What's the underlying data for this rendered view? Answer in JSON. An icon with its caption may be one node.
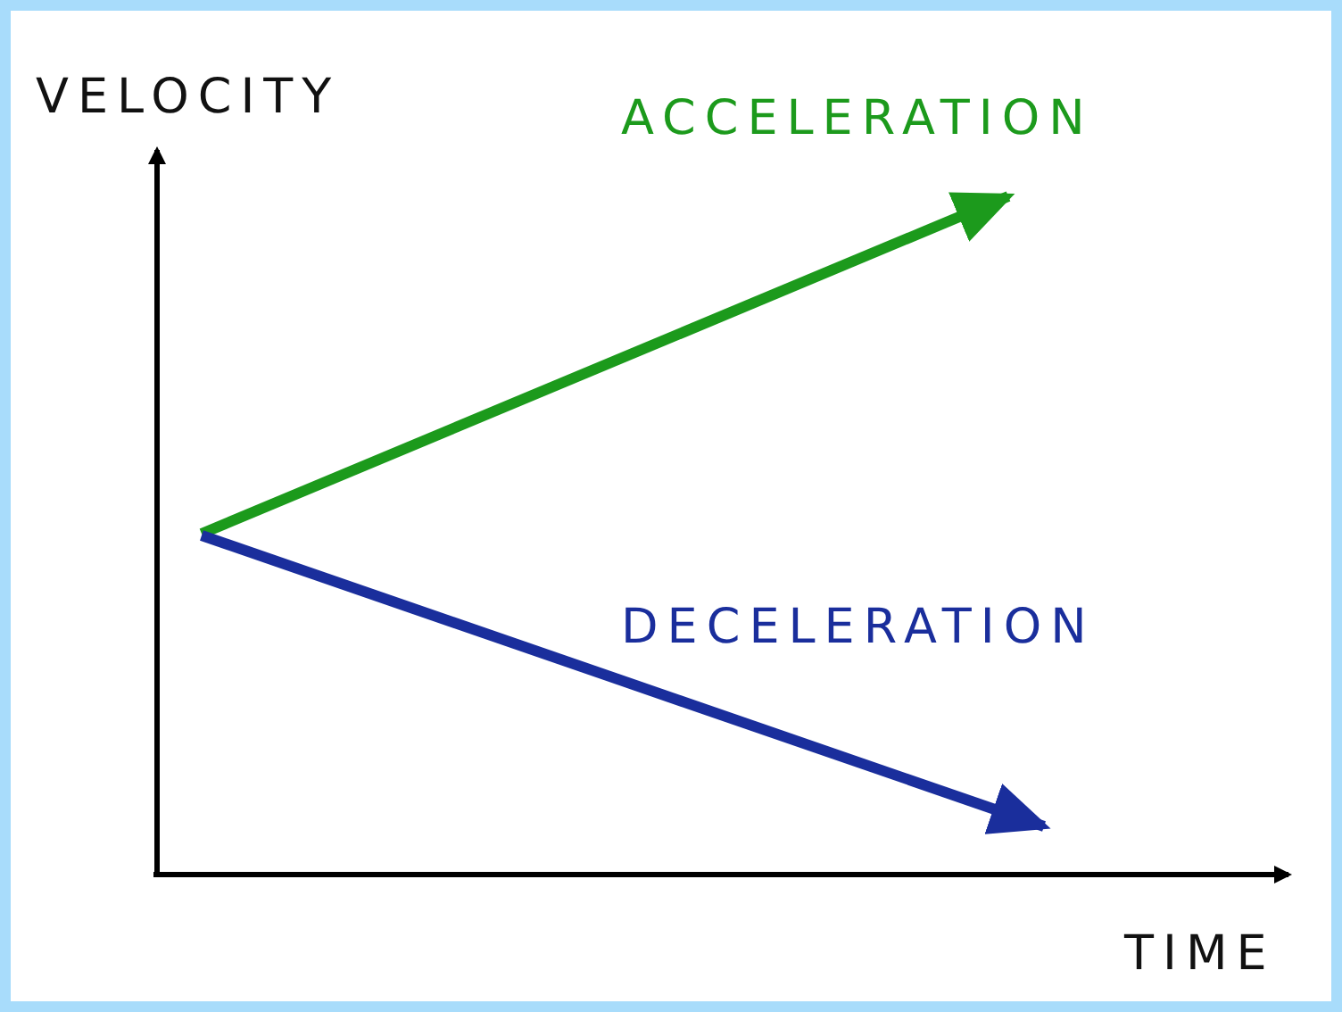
{
  "diagram": {
    "labels": [
      "VELOCITY",
      "ACCELERATION",
      "DECELERATION",
      "TIME"
    ]
  }
}
